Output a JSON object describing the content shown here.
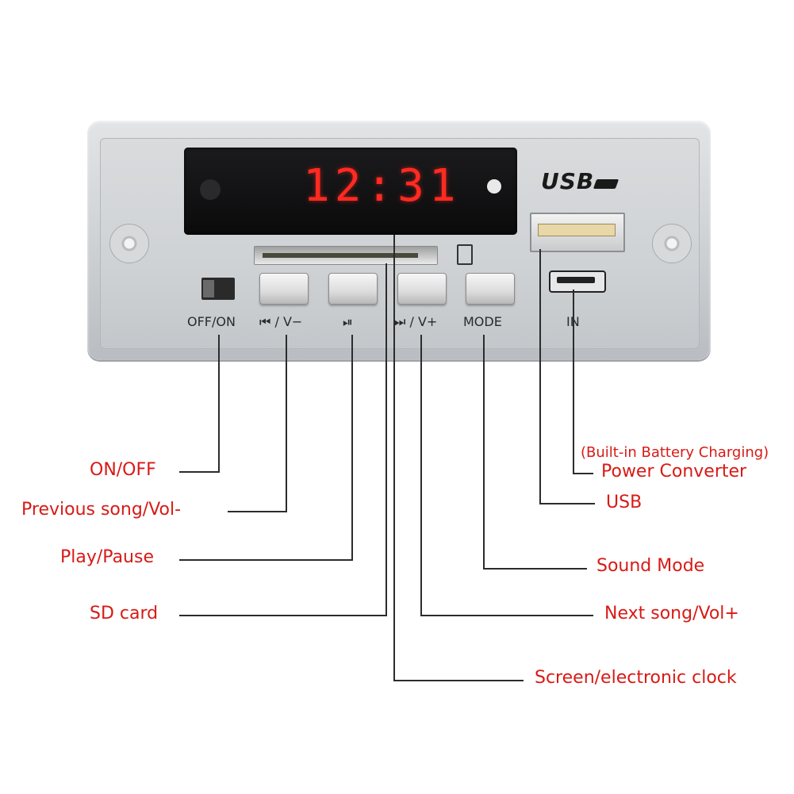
{
  "display": {
    "clock": "12:31"
  },
  "device_labels": {
    "off_on": "OFF/ON",
    "prev": "⏮ / V−",
    "play": "⏯",
    "next": "⏭ / V+",
    "mode": "MODE",
    "in": "IN",
    "usb_logo": "USB"
  },
  "callouts": {
    "on_off": "ON/OFF",
    "previous": "Previous song/Vol-",
    "play_pause": "Play/Pause",
    "sd_card": "SD card",
    "battery_note": "(Built-in Battery Charging)",
    "power_converter": "Power Converter",
    "usb": "USB",
    "sound_mode": "Sound Mode",
    "next": "Next song/Vol+",
    "screen": "Screen/electronic clock"
  },
  "colors": {
    "callout_text": "#d81a16",
    "clock_digits": "#ff2a22",
    "panel": "#cfd2d5"
  },
  "icons": [
    "usb-port-icon",
    "mini-usb-icon",
    "sd-card-icon",
    "switch-icon"
  ]
}
